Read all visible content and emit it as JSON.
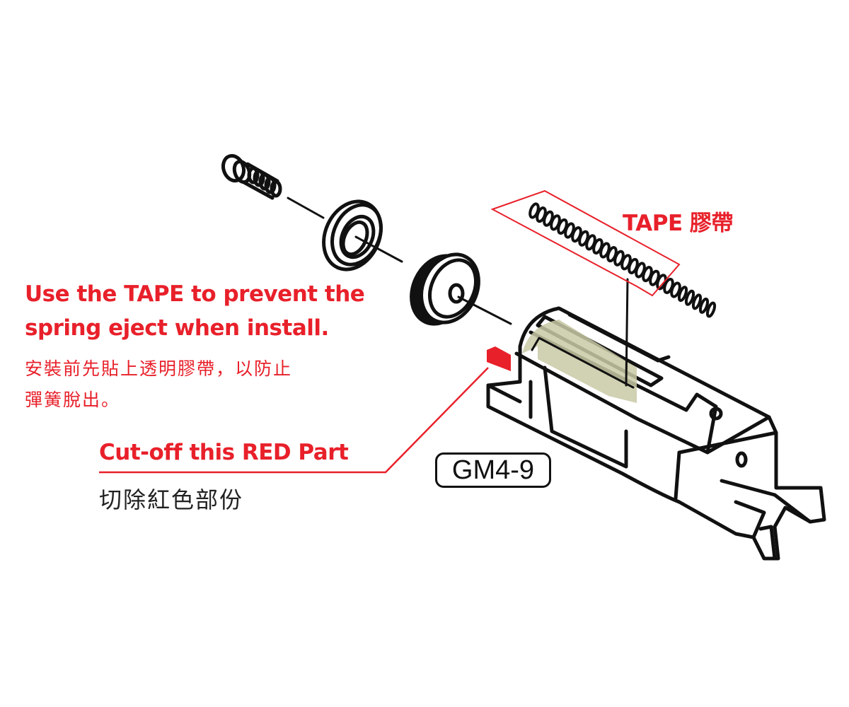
{
  "labels": {
    "tape": "TAPE 膠帶",
    "instruction_en_line1": "Use the TAPE to prevent the",
    "instruction_en_line2": "spring eject when install.",
    "instruction_zh_line1": "安裝前先貼上透明膠帶，以防止",
    "instruction_zh_line2": "彈簧脫出。",
    "cutoff_en": "Cut-off this RED Part",
    "cutoff_zh": "切除紅色部份",
    "part_number": "GM4-9"
  },
  "colors": {
    "annotation": "#e8202a",
    "tape_fill": "#c9c9a6",
    "outline": "#111111"
  }
}
